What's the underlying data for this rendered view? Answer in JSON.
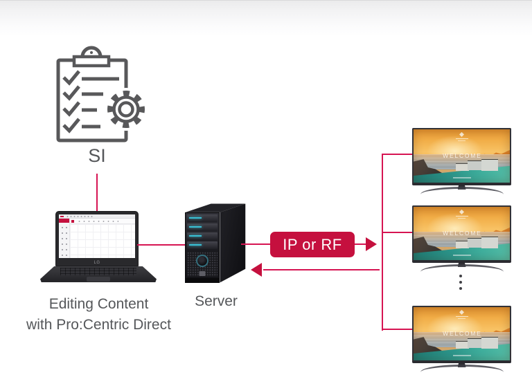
{
  "colors": {
    "accent": "#c5103e",
    "line": "#d61452",
    "label_text": "#55575a",
    "icon_stroke": "#58585a",
    "led_cyan": "#39c1d6"
  },
  "diagram": {
    "si": {
      "label": "SI"
    },
    "laptop": {
      "caption_line1": "Editing Content",
      "caption_line2": "with Pro:Centric Direct",
      "logo": "LG"
    },
    "server": {
      "label": "Server"
    },
    "link": {
      "label": "IP or RF",
      "direction": "bidirectional"
    },
    "tvs": {
      "visible_count": 3,
      "has_more_indicator": true,
      "welcome_text": "WELCOME"
    }
  }
}
